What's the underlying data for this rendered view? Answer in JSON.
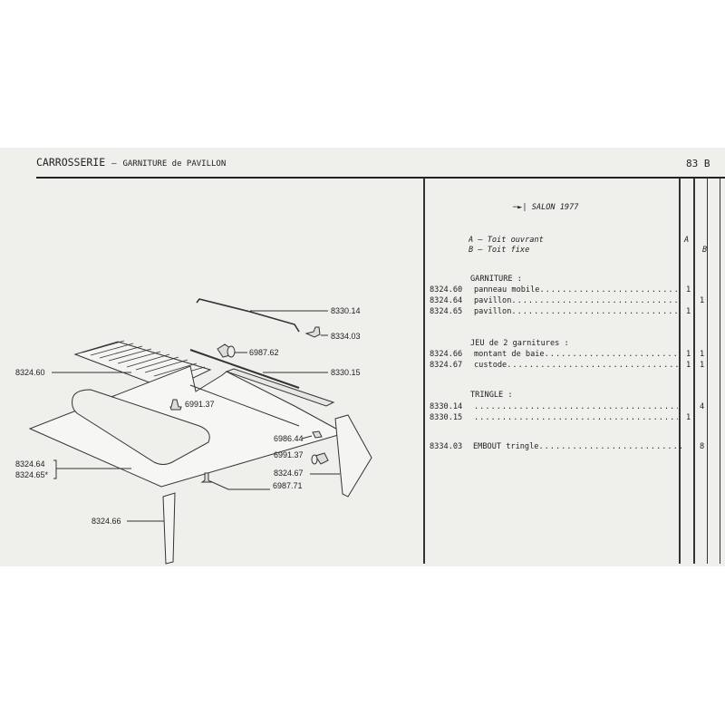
{
  "header": {
    "section": "CARROSSERIE",
    "separator": "–",
    "subtitle": "GARNITURE de PAVILLON",
    "page": "83 B"
  },
  "table": {
    "note": "SALON 1977",
    "variants": [
      {
        "label": "A – Toit ouvrant",
        "mark": "A"
      },
      {
        "label": "B – Toit fixe",
        "mark": "B"
      }
    ],
    "groups": [
      {
        "heading": "GARNITURE :",
        "rows": [
          {
            "ref": "8324.60",
            "desc": "panneau mobile",
            "a": "1",
            "b": ""
          },
          {
            "ref": "8324.64",
            "desc": "pavillon",
            "a": "",
            "b": "1"
          },
          {
            "ref": "8324.65",
            "desc": "pavillon",
            "a": "1",
            "b": ""
          }
        ]
      },
      {
        "heading": "JEU de 2 garnitures :",
        "rows": [
          {
            "ref": "8324.66",
            "desc": "montant de baie",
            "a": "1",
            "b": "1"
          },
          {
            "ref": "8324.67",
            "desc": "custode",
            "a": "1",
            "b": "1"
          }
        ]
      },
      {
        "heading": "TRINGLE :",
        "rows": [
          {
            "ref": "8330.14",
            "desc": "",
            "a": "",
            "b": "4"
          },
          {
            "ref": "8330.15",
            "desc": "",
            "a": "1",
            "b": ""
          }
        ]
      },
      {
        "heading": "",
        "rows": [
          {
            "ref": "8334.03",
            "desc": "EMBOUT tringle",
            "a": "",
            "b": "8"
          }
        ]
      }
    ]
  },
  "diagram": {
    "labels": {
      "l833014": "8330.14",
      "l833403": "8334.03",
      "l698762": "6987.62",
      "l832460": "8324.60",
      "l833015": "8330.15",
      "l699137a": "6991.37",
      "l698644": "6986.44",
      "l699137b": "6991.37",
      "l832467": "8324.67",
      "l698771": "6987.71",
      "l832464": "8324.64",
      "l832465": "8324.65*",
      "l832466": "8324.66"
    }
  }
}
